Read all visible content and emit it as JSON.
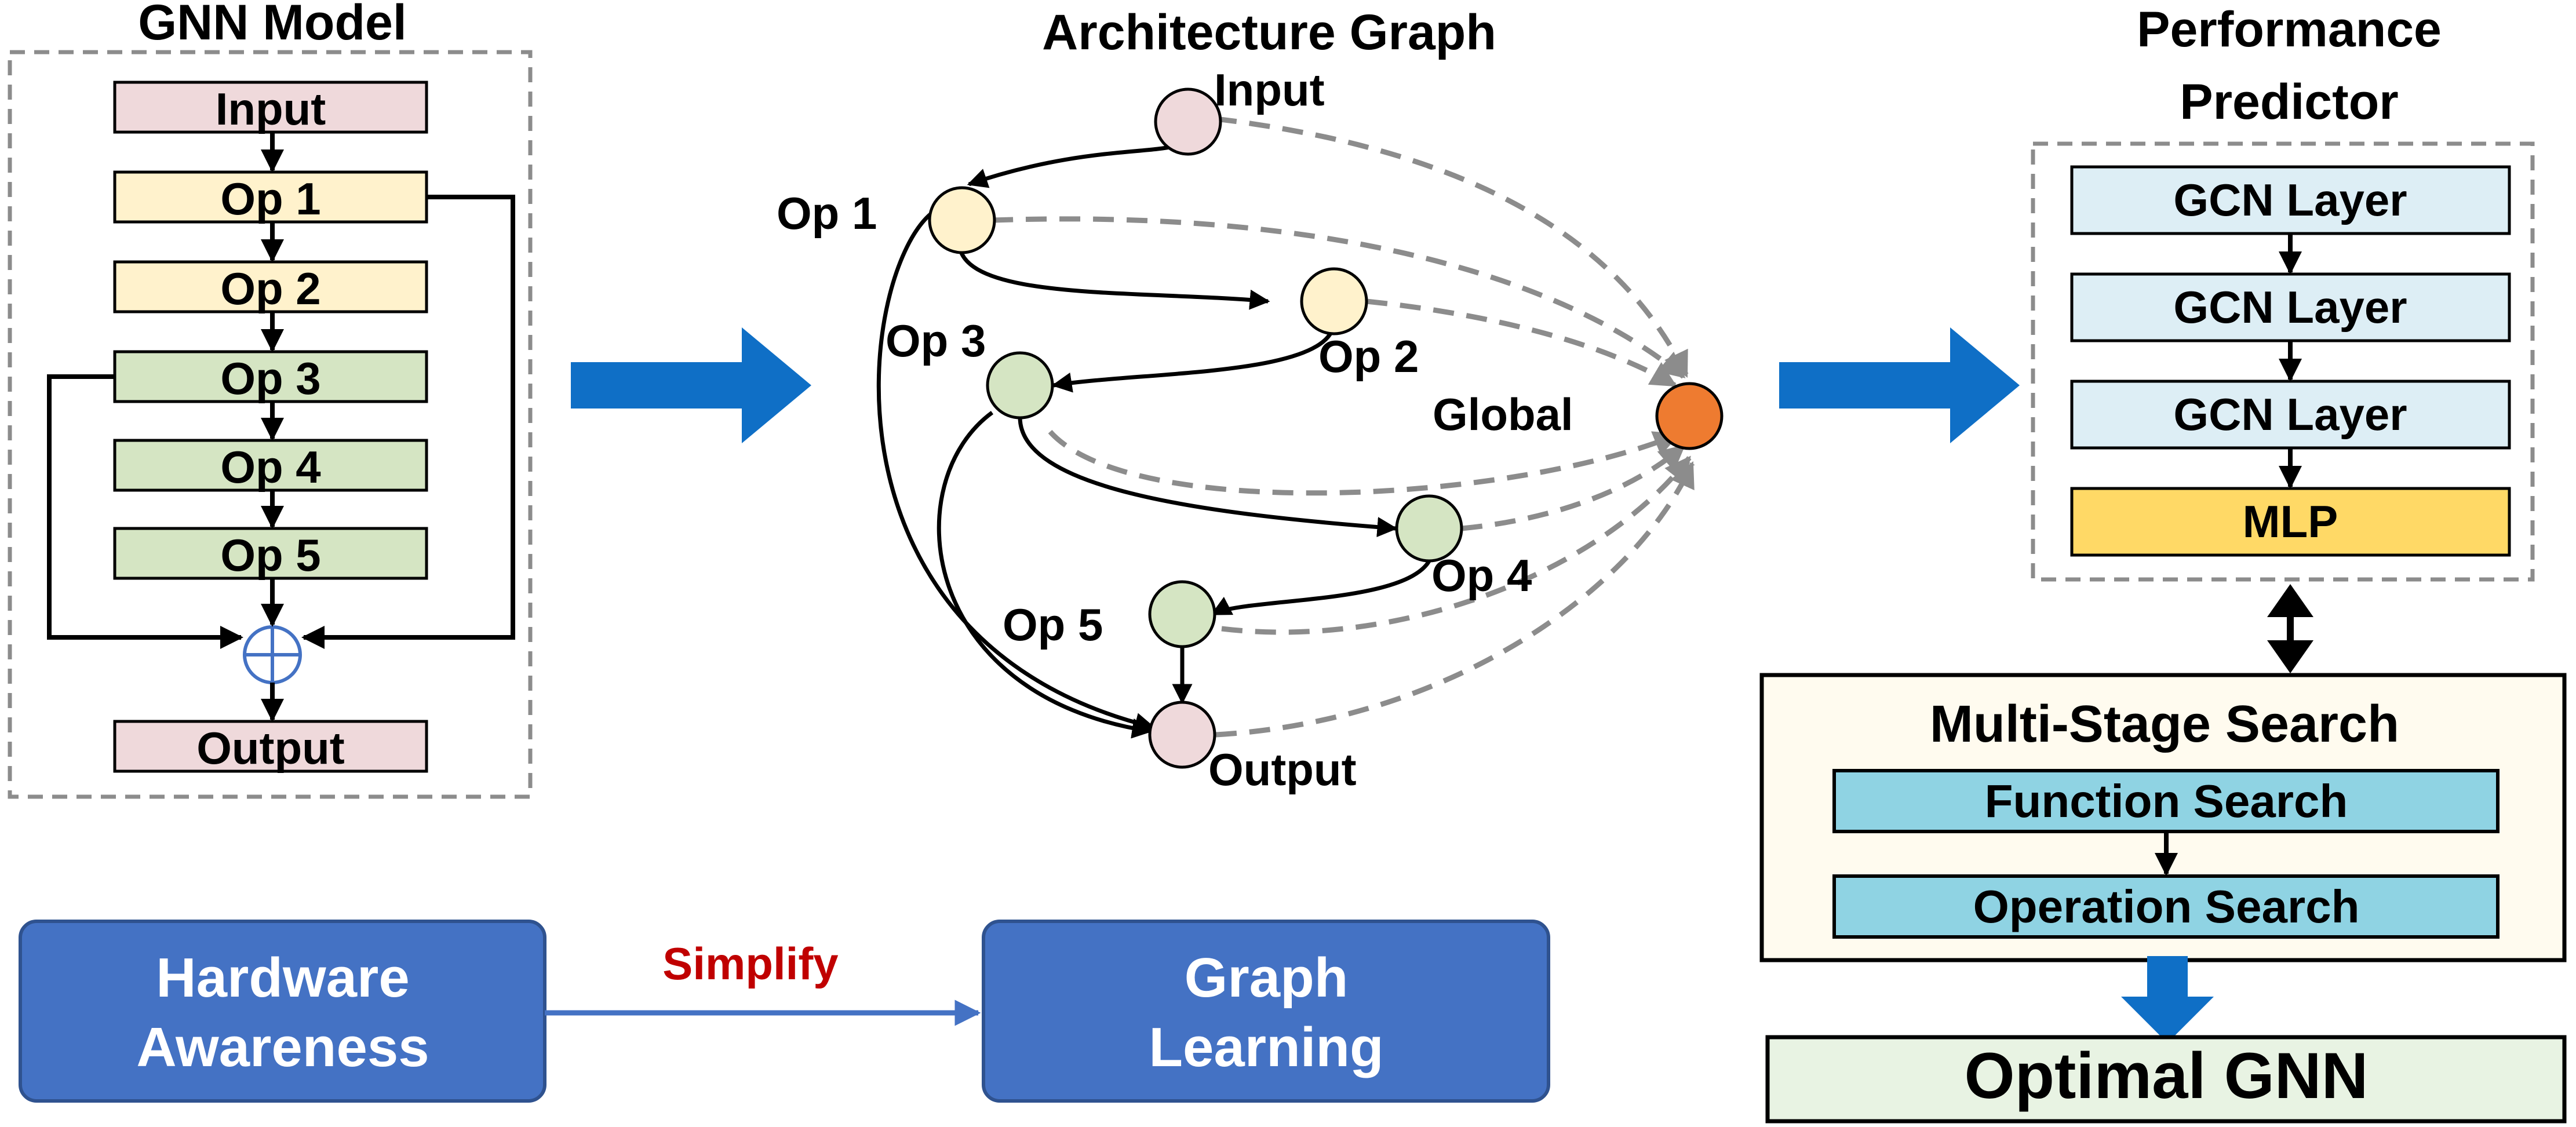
{
  "colors": {
    "pink": "#efd9db",
    "yellow": "#fff2cc",
    "green": "#d5e5c3",
    "light_blue": "#ddeef5",
    "mlp": "#ffd966",
    "cyan": "#8fd3e3",
    "cream": "#fffbef",
    "pale_green": "#e8f3e3",
    "orange": "#ee7b30",
    "blue_box": "#4472c4",
    "blue_arrow": "#0f6fc6",
    "simplify_red": "#c00000",
    "plus_blue": "#4472c4",
    "dash_gray": "#8c8c8c"
  },
  "gnn_model": {
    "title": "GNN Model",
    "layers": [
      "Input",
      "Op 1",
      "Op 2",
      "Op 3",
      "Op 4",
      "Op 5"
    ],
    "aggregate_symbol": "⊕",
    "output": "Output"
  },
  "architecture_graph": {
    "title": "Architecture Graph",
    "nodes": {
      "input": "Input",
      "op1": "Op 1",
      "op2": "Op 2",
      "op3": "Op 3",
      "op4": "Op 4",
      "op5": "Op 5",
      "global": "Global",
      "output": "Output"
    }
  },
  "performance_predictor": {
    "title_line1": "Performance",
    "title_line2": "Predictor",
    "layers": [
      "GCN Layer",
      "GCN Layer",
      "GCN Layer"
    ],
    "mlp": "MLP"
  },
  "multi_stage_search": {
    "title": "Multi-Stage Search",
    "steps": [
      "Function Search",
      "Operation Search"
    ]
  },
  "optimal": "Optimal GNN",
  "bottom": {
    "hardware_line1": "Hardware",
    "hardware_line2": "Awareness",
    "simplify": "Simplify",
    "graph_line1": "Graph",
    "graph_line2": "Learning"
  }
}
